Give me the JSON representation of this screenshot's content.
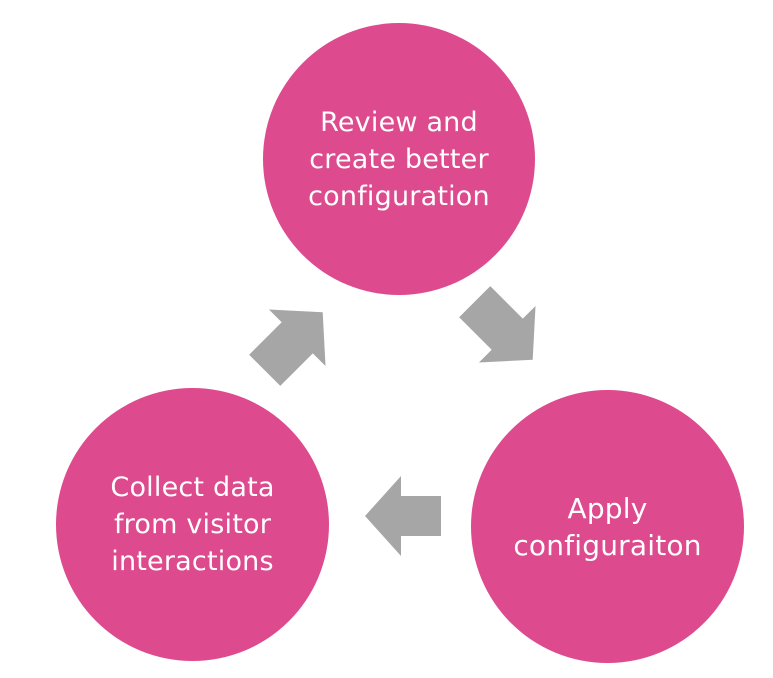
{
  "colors": {
    "node_fill": "#dd4a8d",
    "node_text": "#ffffff",
    "arrow_fill": "#a6a6a6",
    "background": "#ffffff"
  },
  "nodes": {
    "review": {
      "label": "Review and\ncreate better\nconfiguration"
    },
    "apply": {
      "label": "Apply\nconfiguraiton"
    },
    "collect": {
      "label": "Collect data\nfrom visitor\ninteractions"
    }
  },
  "arrows": [
    {
      "from": "review",
      "to": "apply",
      "icon": "arrow-down-right-icon"
    },
    {
      "from": "apply",
      "to": "collect",
      "icon": "arrow-left-icon"
    },
    {
      "from": "collect",
      "to": "review",
      "icon": "arrow-up-right-icon"
    }
  ]
}
